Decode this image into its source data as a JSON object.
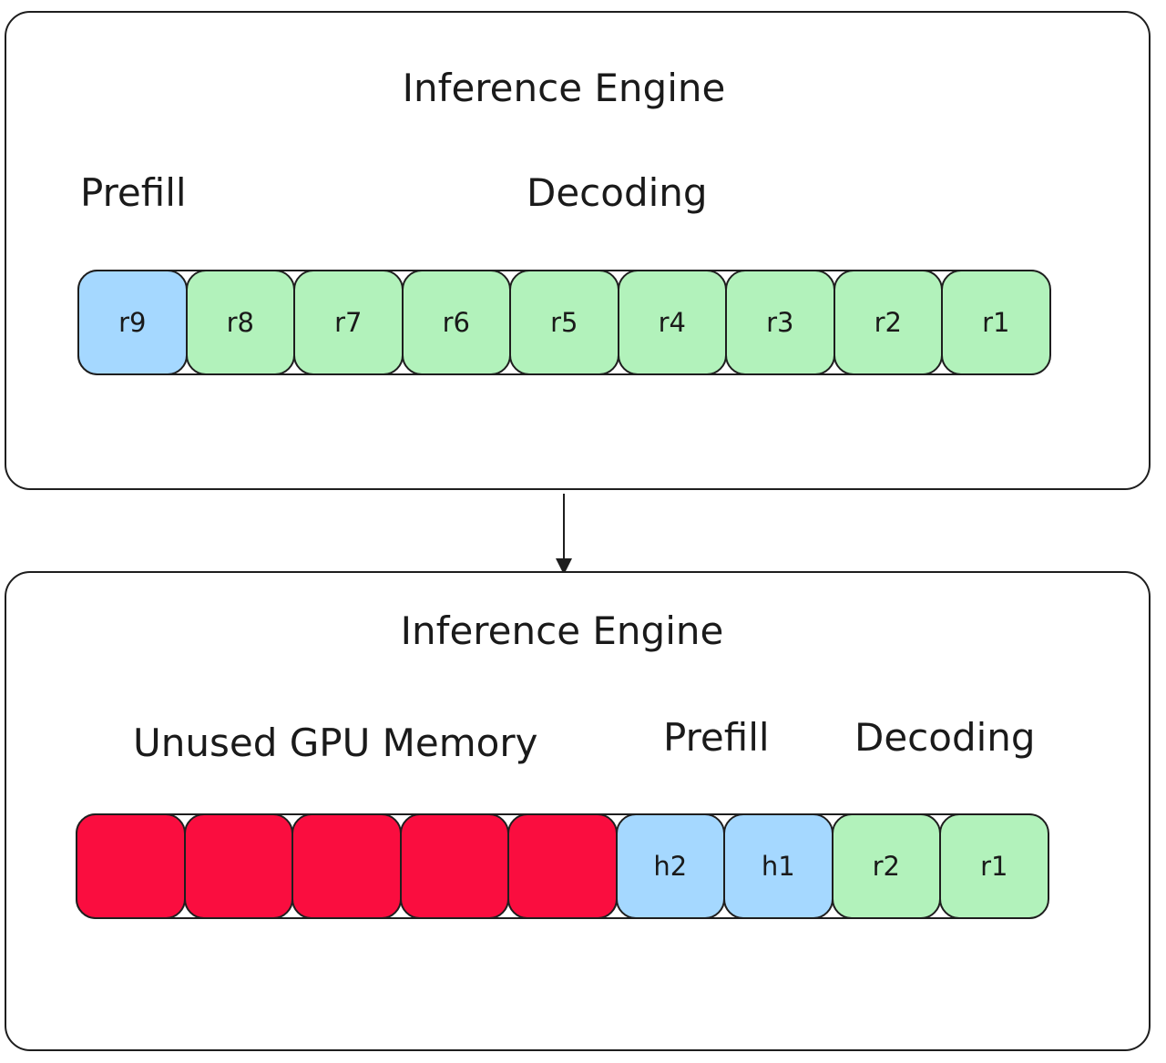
{
  "top_engine": {
    "title": "Inference Engine",
    "prefill_label": "Prefill",
    "decoding_label": "Decoding",
    "cells": [
      {
        "label": "r9",
        "kind": "prefill"
      },
      {
        "label": "r8",
        "kind": "decoding"
      },
      {
        "label": "r7",
        "kind": "decoding"
      },
      {
        "label": "r6",
        "kind": "decoding"
      },
      {
        "label": "r5",
        "kind": "decoding"
      },
      {
        "label": "r4",
        "kind": "decoding"
      },
      {
        "label": "r3",
        "kind": "decoding"
      },
      {
        "label": "r2",
        "kind": "decoding"
      },
      {
        "label": "r1",
        "kind": "decoding"
      }
    ]
  },
  "bottom_engine": {
    "title": "Inference Engine",
    "unused_label": "Unused GPU Memory",
    "prefill_label": "Prefill",
    "decoding_label": "Decoding",
    "cells": [
      {
        "label": "",
        "kind": "unused"
      },
      {
        "label": "",
        "kind": "unused"
      },
      {
        "label": "",
        "kind": "unused"
      },
      {
        "label": "",
        "kind": "unused"
      },
      {
        "label": "",
        "kind": "unused"
      },
      {
        "label": "h2",
        "kind": "prefill"
      },
      {
        "label": "h1",
        "kind": "prefill"
      },
      {
        "label": "r2",
        "kind": "decoding"
      },
      {
        "label": "r1",
        "kind": "decoding"
      }
    ]
  },
  "colors": {
    "prefill": "#a5d8ff",
    "decoding": "#b2f2bb",
    "unused": "#fa0d3f",
    "stroke": "#1e1e1e"
  }
}
